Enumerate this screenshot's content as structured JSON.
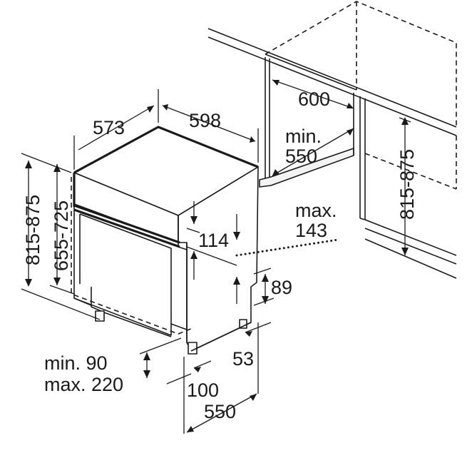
{
  "dimensions": {
    "depth_573": "573",
    "width_598": "598",
    "height_815_875_left": "815-875",
    "height_655_725": "655-725",
    "niche_width_600": "600",
    "niche_min_label": "min.",
    "niche_min_550": "550",
    "niche_height_815_875": "815-875",
    "panel_max_label": "max.",
    "panel_max_143": "143",
    "panel_114": "114",
    "plinth_89": "89",
    "foot_53": "53",
    "plinth_min_90": "min. 90",
    "plinth_max_220": "max. 220",
    "foot_100": "100",
    "depth_550": "550"
  }
}
